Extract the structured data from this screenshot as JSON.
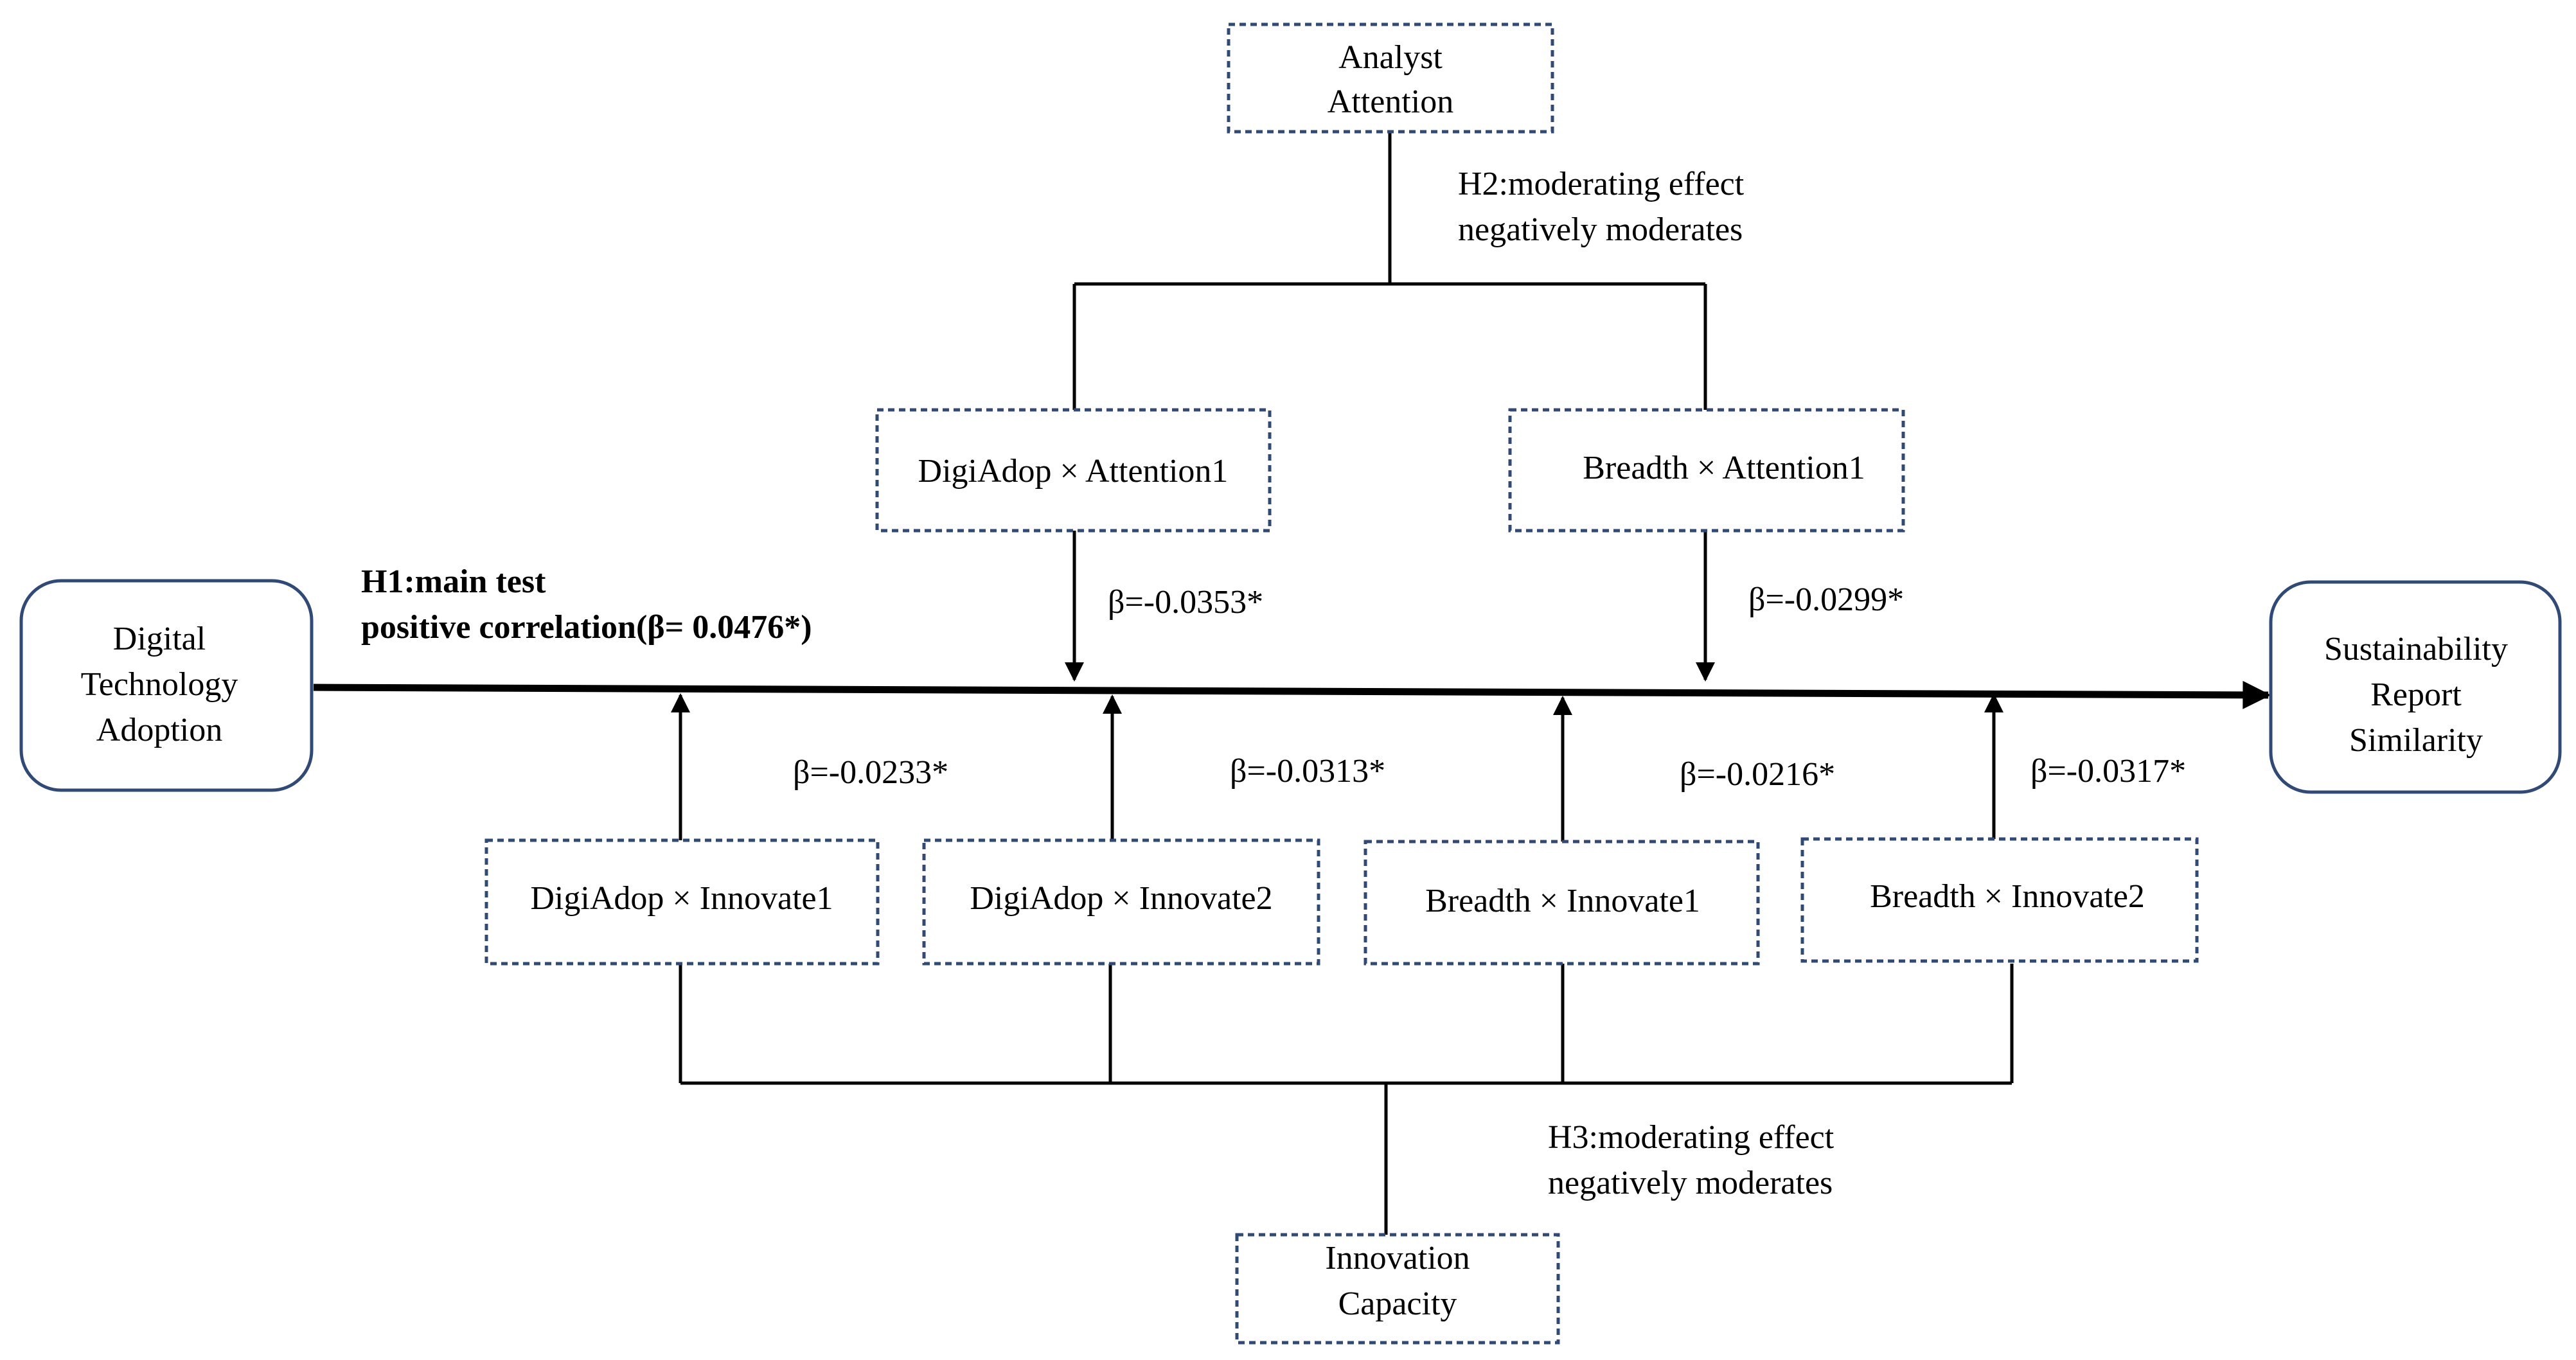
{
  "nodes": {
    "analyst_attention": [
      "Analyst",
      "Attention"
    ],
    "digital_technology_adoption": [
      "Digital",
      "Technology",
      "Adoption"
    ],
    "sustainability_report_similarity": [
      "Sustainability",
      "Report",
      "Similarity"
    ],
    "innovation_capacity": [
      "Innovation",
      "Capacity"
    ],
    "digiadop_attention1": "DigiAdop × Attention1",
    "breadth_attention1": "Breadth × Attention1",
    "digiadop_innovate1": "DigiAdop × Innovate1",
    "digiadop_innovate2": "DigiAdop × Innovate2",
    "breadth_innovate1": "Breadth × Innovate1",
    "breadth_innovate2": "Breadth × Innovate2"
  },
  "annotations": {
    "h1": [
      "H1:main test",
      "positive correlation(β= 0.0476*)"
    ],
    "h2": [
      "H2:moderating effect",
      "negatively moderates"
    ],
    "h3": [
      "H3:moderating effect",
      "negatively moderates"
    ]
  },
  "coefficients": {
    "digiadop_attention1": "β=-0.0353*",
    "breadth_attention1": "β=-0.0299*",
    "digiadop_innovate1": "β=-0.0233*",
    "digiadop_innovate2": "β=-0.0313*",
    "breadth_innovate1": "β=-0.0216*",
    "breadth_innovate2": "β=-0.0317*"
  },
  "colors": {
    "box_border": "#2f4a78",
    "line": "#000000"
  }
}
